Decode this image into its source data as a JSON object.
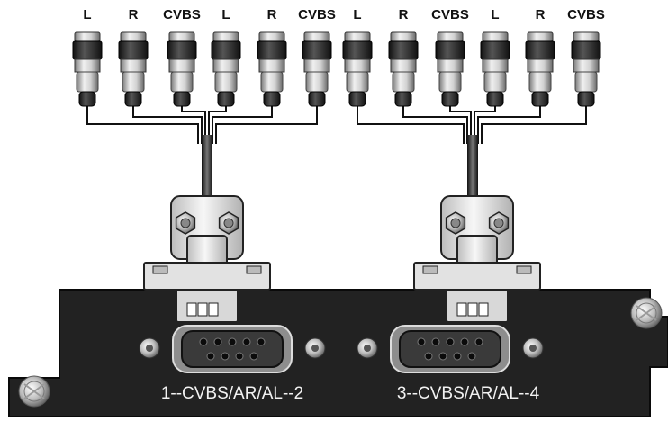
{
  "groups": [
    {
      "connectors": [
        {
          "label": "L"
        },
        {
          "label": "R"
        },
        {
          "label": "CVBS"
        },
        {
          "label": "L"
        },
        {
          "label": "R"
        },
        {
          "label": "CVBS"
        }
      ],
      "port_label": "1--CVBS/AR/AL--2"
    },
    {
      "connectors": [
        {
          "label": "L"
        },
        {
          "label": "R"
        },
        {
          "label": "CVBS"
        },
        {
          "label": "L"
        },
        {
          "label": "R"
        },
        {
          "label": "CVBS"
        }
      ],
      "port_label": "3--CVBS/AR/AL--4"
    }
  ],
  "colors": {
    "panel": "#222222",
    "panel_edge": "#0d0d0d",
    "connector_metal": "#c9c9c9",
    "connector_dark": "#222222",
    "cable": "#111111",
    "label_text": "#111111",
    "port_text": "#f2f2f2"
  }
}
